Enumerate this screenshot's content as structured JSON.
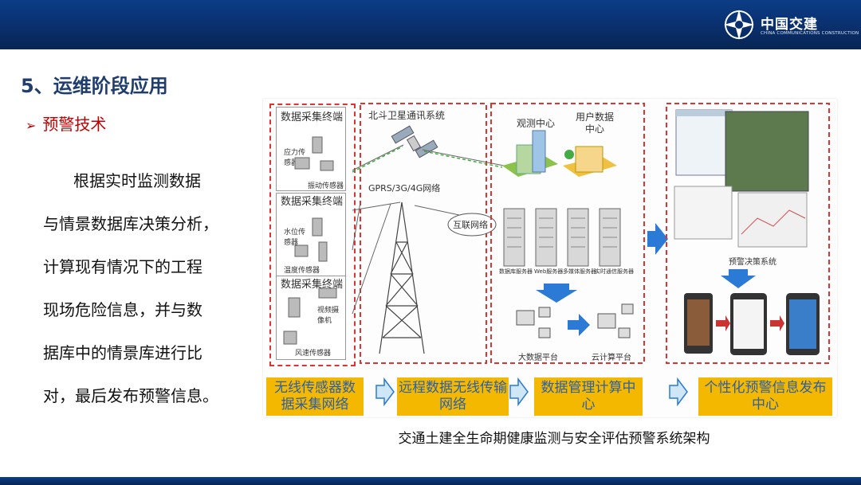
{
  "header": {
    "logo_name": "中国交建",
    "logo_en": "CHINA COMMUNICATIONS CONSTRUCTION"
  },
  "section_title": "5、运维阶段应用",
  "bullet": "预警技术",
  "body_lines": [
    "根据实时监测数据",
    "与情景数据库决策分析，",
    "计算现有情况下的工程",
    "现场危险信息，并与数",
    "据库中的情景库进行比",
    "对，最后发布预警信息。"
  ],
  "diagram": {
    "terminal_labels": [
      "数据采集终端",
      "数据采集终端",
      "数据采集终端"
    ],
    "sensors": [
      "应力传感器",
      "振动传感器",
      "水位传感器",
      "温度传感器",
      "视频摄像机",
      "风速传感器"
    ],
    "satellite_label": "北斗卫星通讯系统",
    "network_label": "GPRS/3G/4G网络",
    "internet_label": "互联网络",
    "observation_center": "观测中心",
    "user_data_center": "用户数据中心",
    "servers": [
      "数据库服务器",
      "Web服务器",
      "多媒体服务器",
      "实时通信服务器"
    ],
    "bigdata_label": "大数据平台",
    "cloud_label": "云计算平台",
    "decision_label": "预警决策系统",
    "stages": [
      "无线传感器数据采集网络",
      "远程数据无线传输网络",
      "数据管理计算中心",
      "个性化预警信息发布中心"
    ]
  },
  "caption": "交通土建全生命期健康监测与安全评估预警系统架构",
  "colors": {
    "accent_blue": "#0a2f6d",
    "title_blue": "#1f3d6e",
    "bullet_red": "#c00000",
    "stage_yellow": "#f5b800",
    "stage_text": "#2b5fa8"
  }
}
